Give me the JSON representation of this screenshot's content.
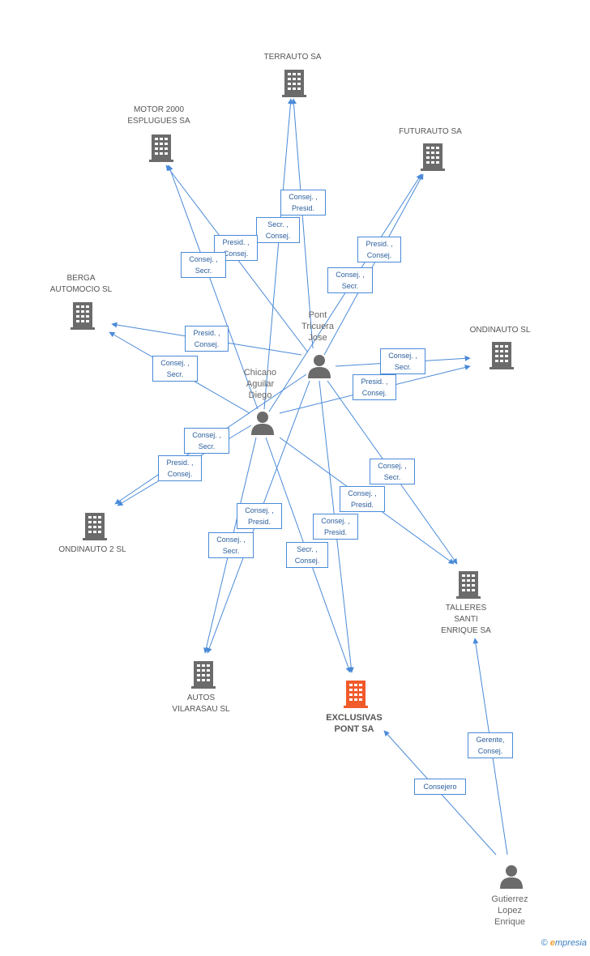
{
  "nodes": {
    "terrauto": {
      "label": "TERRAUTO SA"
    },
    "motor": {
      "label": "MOTOR 2000\nESPLUGUES SA"
    },
    "futurauto": {
      "label": "FUTURAUTO SA"
    },
    "berga": {
      "label": "BERGA\nAUTOMOCIO SL"
    },
    "ondinauto": {
      "label": "ONDINAUTO SL"
    },
    "pont": {
      "label": "Pont\nTricuera\nJose"
    },
    "chicano": {
      "label": "Chicano\nAguilar\nDiego"
    },
    "ondinauto2": {
      "label": "ONDINAUTO 2 SL"
    },
    "talleres": {
      "label": "TALLERES\nSANTI\nENRIQUE SA"
    },
    "autos": {
      "label": "AUTOS\nVILARASAU SL"
    },
    "exclusivas": {
      "label": "EXCLUSIVAS\nPONT SA"
    },
    "gutierrez": {
      "label": "Gutierrez\nLopez\nEnrique"
    }
  },
  "edges": [
    {
      "label": "Consej. ,\nPresid."
    },
    {
      "label": "Secr. ,\nConsej."
    },
    {
      "label": "Presid. ,\nConsej."
    },
    {
      "label": "Consej. ,\nSecr."
    },
    {
      "label": "Presid. ,\nConsej."
    },
    {
      "label": "Consej. ,\nSecr."
    },
    {
      "label": "Presid. ,\nConsej."
    },
    {
      "label": "Consej. ,\nSecr."
    },
    {
      "label": "Consej. ,\nSecr."
    },
    {
      "label": "Presid. ,\nConsej."
    },
    {
      "label": "Consej. ,\nSecr."
    },
    {
      "label": "Presid. ,\nConsej."
    },
    {
      "label": "Consej. ,\nSecr."
    },
    {
      "label": "Consej. ,\nPresid."
    },
    {
      "label": "Consej. ,\nPresid."
    },
    {
      "label": "Consej. ,\nSecr."
    },
    {
      "label": "Consej. ,\nPresid."
    },
    {
      "label": "Secr. ,\nConsej."
    },
    {
      "label": "Gerente,\nConsej."
    },
    {
      "label": "Consejero"
    }
  ],
  "footer": {
    "copyright": "©",
    "brand_e": "e",
    "brand_rest": "mpresia"
  },
  "colors": {
    "edge": "#4a8ad8",
    "building": "#6b6b6b",
    "focus_building": "#f15a2b",
    "person": "#6b6b6b"
  }
}
